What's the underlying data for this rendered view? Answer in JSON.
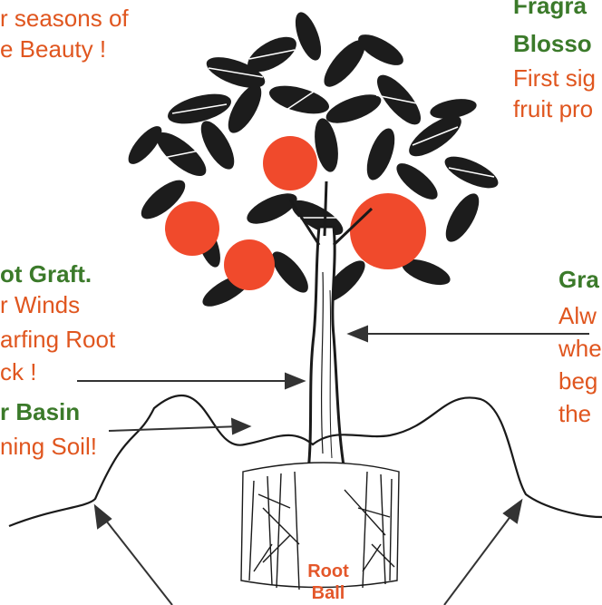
{
  "labels": {
    "top_left_1": "r seasons of",
    "top_left_2": "e Beauty !",
    "top_right_1": "Fragra",
    "top_right_2": "Blosso",
    "top_right_3": "First sig",
    "top_right_4": "fruit pro",
    "root_graft": "ot Graft.",
    "winds": "r Winds",
    "dwarfing_root": "arfing Root",
    "ck": "ck !",
    "basin": "r Basin",
    "soil": "ning Soil!",
    "right_gra": "Gra",
    "right_alw": "Alw",
    "right_whe": "whe",
    "right_beg": "beg",
    "right_the": "the",
    "root_ball_1": "Root",
    "root_ball_2": "Ball"
  },
  "colors": {
    "orange_text": "#e0561f",
    "green_text": "#3b7a2a",
    "fruit": "#f04a2c",
    "ink": "#1a1a1a"
  }
}
